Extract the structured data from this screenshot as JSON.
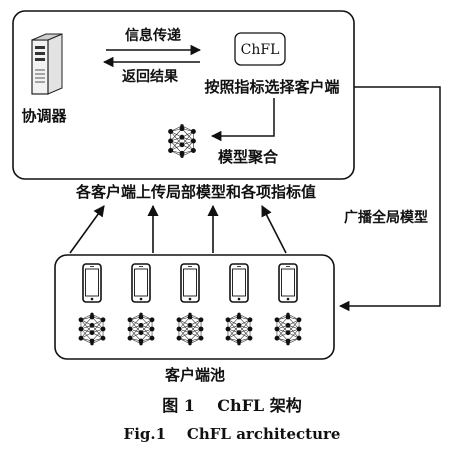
{
  "diagram": {
    "coordinator_label": "协调器",
    "info_transfer_label": "信息传递",
    "return_result_label": "返回结果",
    "chfl_box_label": "ChFL",
    "select_clients_label": "按照指标选择客户端",
    "model_aggregation_label": "模型聚合",
    "upload_label": "各客户端上传局部模型和各项指标值",
    "broadcast_label": "广播全局模型",
    "client_pool_label": "客户端池"
  },
  "caption": {
    "cn": "图 1    ChFL 架构",
    "en": "Fig.1    ChFL architecture"
  },
  "icons": {
    "server": "server-icon",
    "phone": "smartphone-icon",
    "neural_network": "neural-network-icon"
  },
  "client_count": 5
}
